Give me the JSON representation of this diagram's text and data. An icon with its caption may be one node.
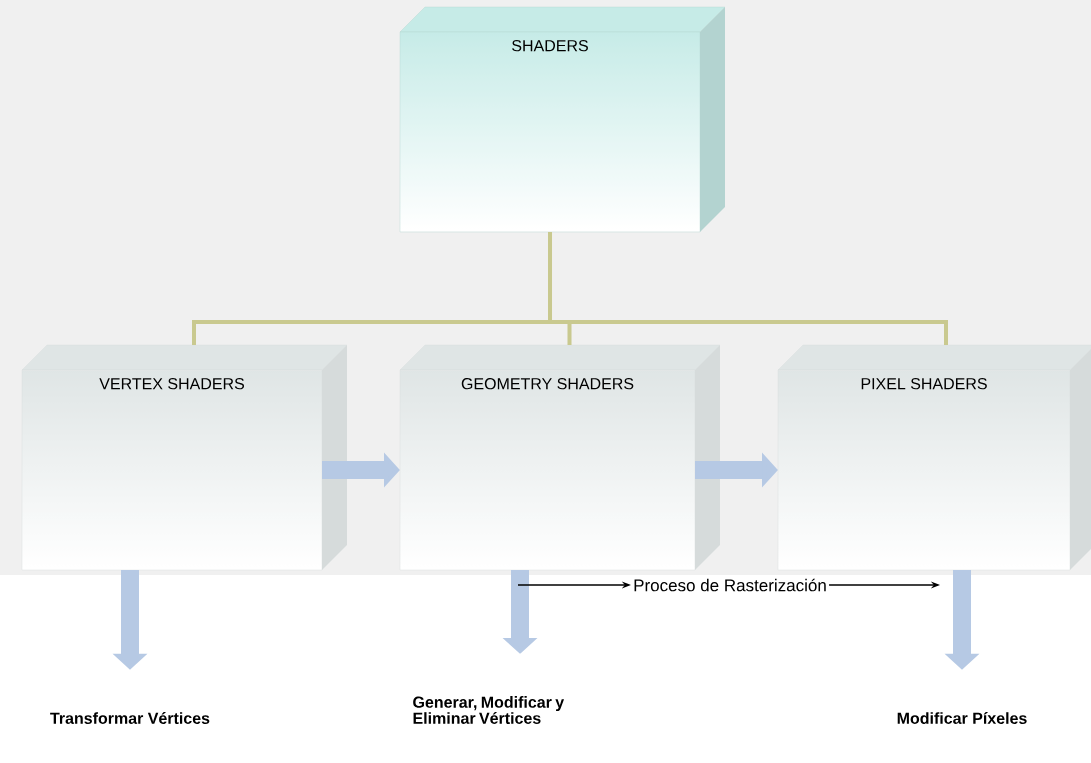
{
  "diagram": {
    "nodes": [
      {
        "text": [
          "SHADERS"
        ]
      },
      {
        "text": [
          "VERTEX SHADERS"
        ]
      },
      {
        "text": [
          "GEOMETRY SHADERS"
        ]
      },
      {
        "text": [
          "PIXEL SHADERS"
        ]
      },
      {
        "text": [
          "Transformar Vértices"
        ]
      },
      {
        "text": [
          "Generar, Modificar y Eliminar Vértices"
        ]
      },
      {
        "text": [
          "Modificar Píxeles"
        ]
      },
      {
        "text": [
          "Proceso de Rasterización"
        ]
      }
    ],
    "edges": [
      {
        "from": 0,
        "to": 1,
        "arrow": "none",
        "color": "#c9c98f"
      },
      {
        "from": 0,
        "to": 2,
        "arrow": "none",
        "color": "#c9c98f"
      },
      {
        "from": 0,
        "to": 3,
        "arrow": "none",
        "color": "#c9c98f"
      },
      {
        "from": 1,
        "to": 2,
        "arrow": "to",
        "style": "thick"
      },
      {
        "from": 2,
        "to": 3,
        "arrow": "to",
        "style": "thick"
      },
      {
        "from": 1,
        "to": 4,
        "arrow": "to",
        "style": "thick"
      },
      {
        "from": 2,
        "to": 5,
        "arrow": "to",
        "style": "thick"
      },
      {
        "from": 3,
        "to": 6,
        "arrow": "to",
        "style": "thick"
      },
      {
        "from": null,
        "to": 7,
        "arrow": "to",
        "color": "#000000"
      },
      {
        "from": 7,
        "to": null,
        "arrow": "to",
        "color": "#000000"
      }
    ]
  }
}
